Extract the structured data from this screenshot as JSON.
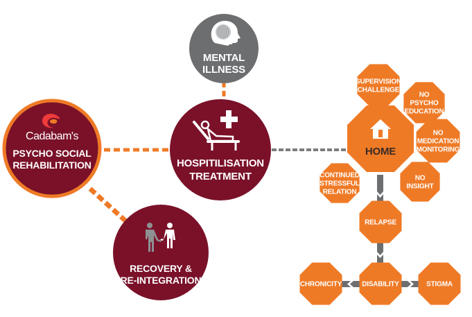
{
  "colors": {
    "maroon": "#7a1129",
    "orange": "#ef7a26",
    "gray_circle": "#6d6e70",
    "gray_connector": "#7b7c7e",
    "white": "#ffffff",
    "dark_text": "#3a2a22"
  },
  "nodes": {
    "psycho_social": {
      "brand": "Cadabam's",
      "line1": "PSYCHO SOCIAL",
      "line2": "REHABILITATION",
      "icon": "cadabams-logo-icon"
    },
    "mental_illness": {
      "line1": "MENTAL",
      "line2": "ILLNESS",
      "icon": "head-brain-icon"
    },
    "hospitilisation": {
      "line1": "HOSPITILISATION",
      "line2": "TREATMENT",
      "icon": "hospital-bed-icon"
    },
    "recovery": {
      "line1": "RECOVERY &",
      "line2": "RE-INTEGRATION",
      "icon": "handshake-icon"
    },
    "home": {
      "label": "HOME",
      "icon": "house-icon"
    },
    "supervision": {
      "line1": "SUPERVISION",
      "line2": "CHALLENGE"
    },
    "no_psycho": {
      "line1": "NO",
      "line2": "PSYCHO",
      "line3": "EDUCATION"
    },
    "no_medication": {
      "line1": "NO",
      "line2": "MEDICATION",
      "line3": "MONITORING"
    },
    "no_insight": {
      "line1": "NO",
      "line2": "INSIGHT"
    },
    "continued": {
      "line1": "CONTINUED",
      "line2": "STRESSFUL",
      "line3": "RELATION"
    },
    "relapse": {
      "label": "RELAPSE"
    },
    "disability": {
      "label": "DISABILITY"
    },
    "chronicity": {
      "label": "CHRONICITY"
    },
    "stigma": {
      "label": "STIGMA"
    }
  }
}
